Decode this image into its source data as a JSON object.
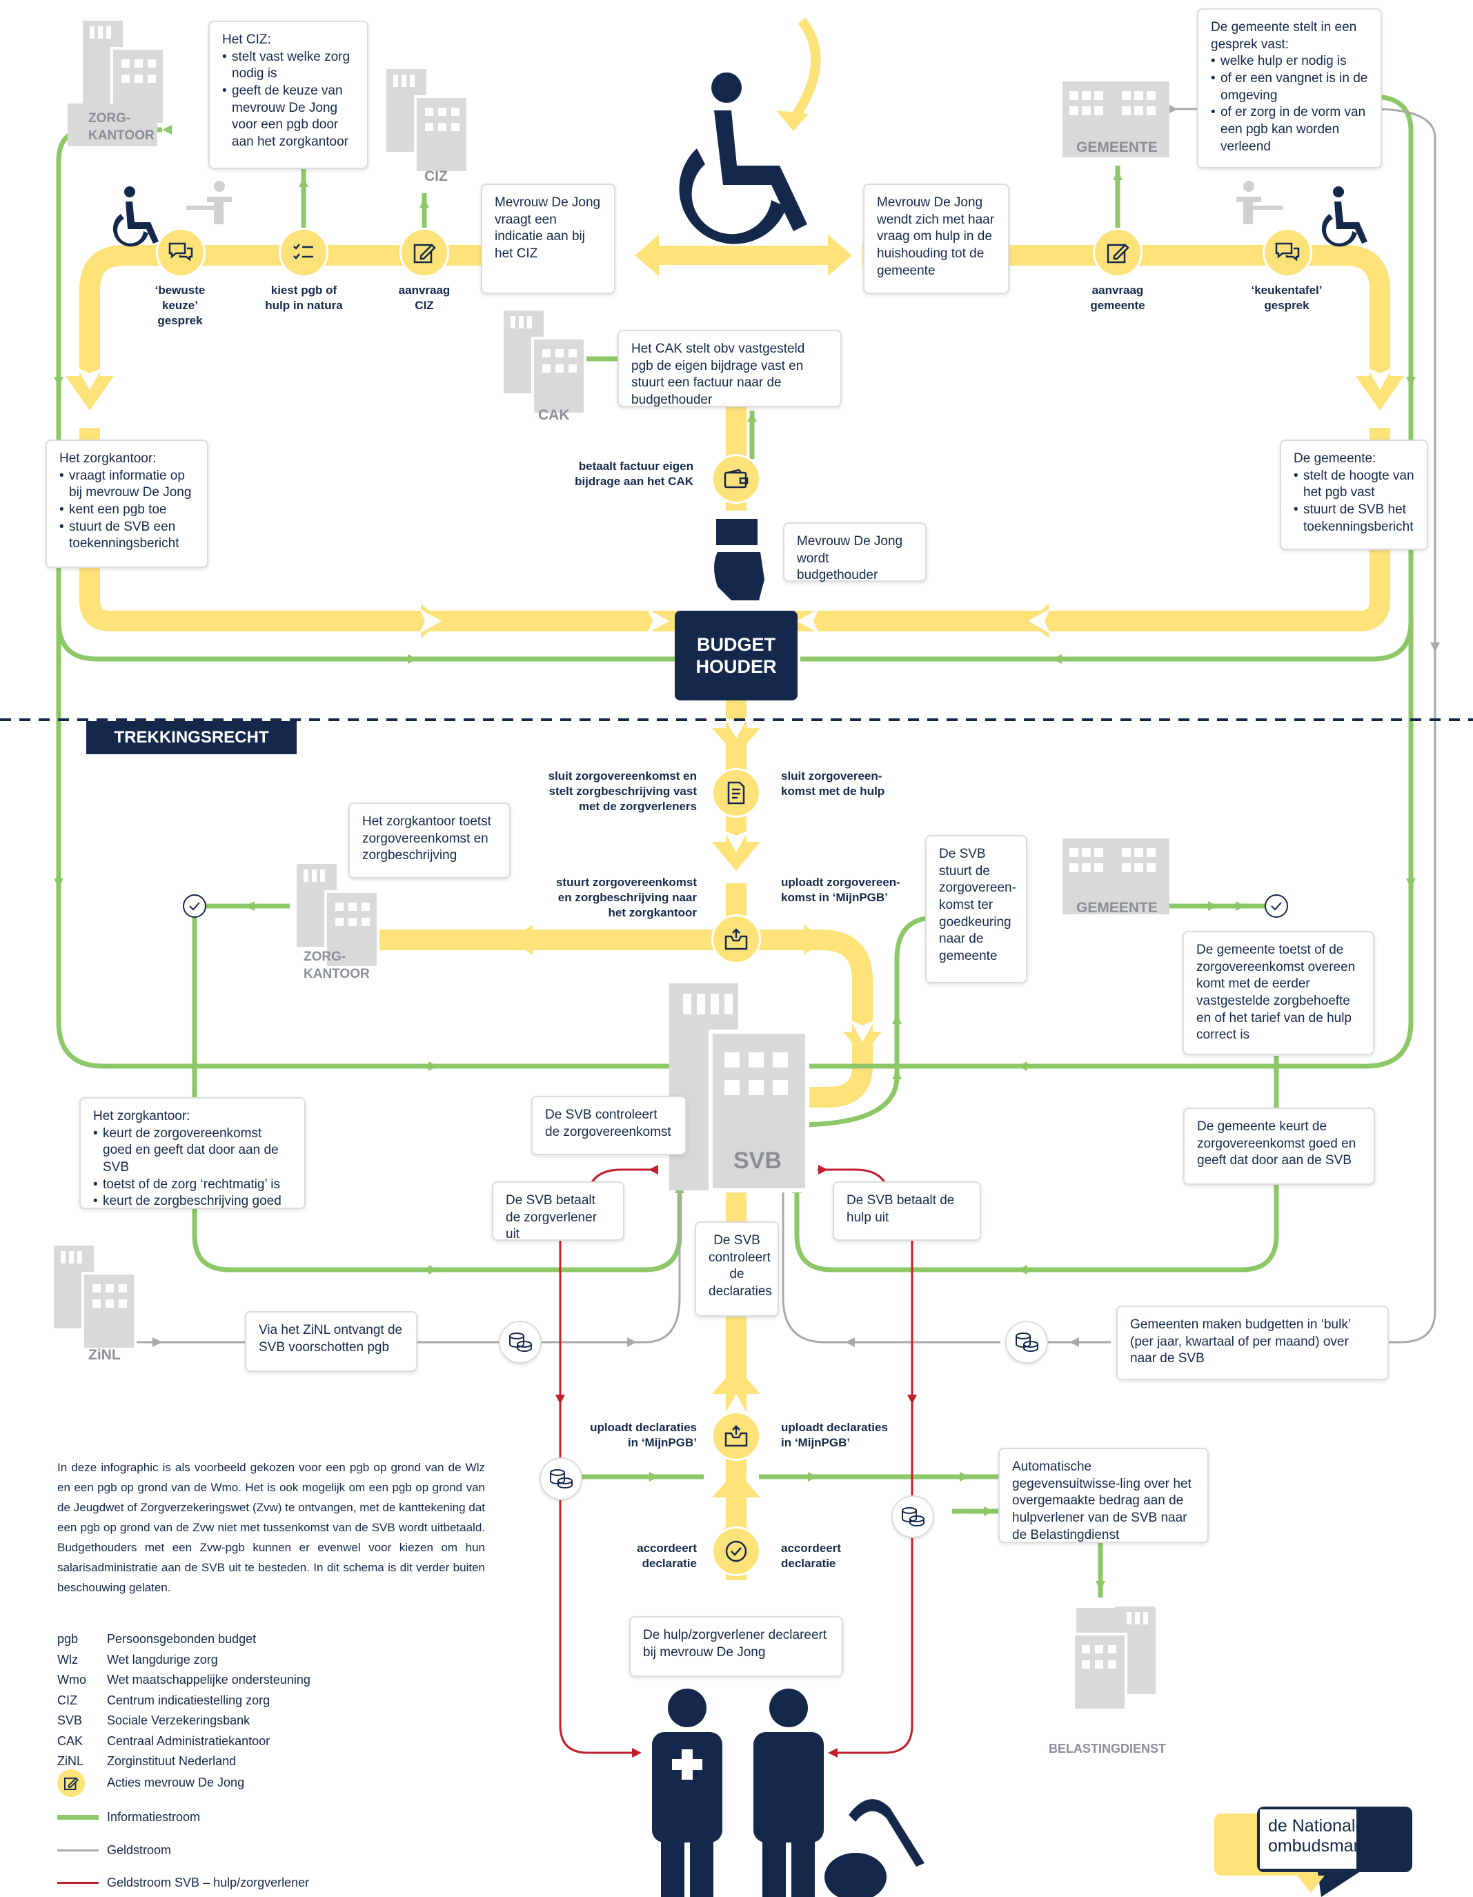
{
  "buildings": {
    "zorgkantoor_top": "ZORG-\nKANTOOR",
    "ciz": "CIZ",
    "gemeente_top": "GEMEENTE",
    "cak": "CAK",
    "zorgkantoor_mid": "ZORG-\nKANTOOR",
    "gemeente_mid": "GEMEENTE",
    "svb": "SVB",
    "zinl": "ZiNL",
    "belastingdienst": "BELASTINGDIENST"
  },
  "boxes": {
    "ciz_info": {
      "title": "Het CIZ:",
      "bullets": [
        "stelt vast welke zorg nodig is",
        "geeft de keuze van mevrouw De Jong voor een pgb door aan het zorgkantoor"
      ]
    },
    "gemeente_info": {
      "title": "De gemeente stelt in een gesprek vast:",
      "bullets": [
        "welke hulp er nodig is",
        "of er een vangnet is in de omgeving",
        "of er zorg in de vorm van een pgb kan worden verleend"
      ]
    },
    "indicatie": "Mevrouw De Jong vraagt een indicatie aan bij het CIZ",
    "wendt": "Mevrouw De Jong wendt zich met haar vraag om hulp in de huishouding tot de gemeente",
    "cak_info": "Het CAK stelt obv vastgesteld pgb de eigen bijdrage vast en stuurt een factuur naar de budgethouder",
    "zorgkantoor_info": {
      "title": "Het zorgkantoor:",
      "bullets": [
        "vraagt informatie op bij mevrouw De Jong",
        "kent een pgb toe",
        "stuurt de SVB een toekenningsbericht"
      ]
    },
    "gemeente_info2": {
      "title": "De gemeente:",
      "bullets": [
        "stelt de hoogte van het pgb vast",
        "stuurt de SVB het toekenningsbericht"
      ]
    },
    "budgethouder_info": "Mevrouw De Jong wordt budgethouder",
    "zk_toetst": "Het zorgkantoor toetst zorgovereenkomst en zorgbeschrijving",
    "svb_stuurt": "De SVB stuurt de zorgovereen-komst ter goedkeuring naar de gemeente",
    "gem_toetst": "De gemeente toetst of de zorgovereenkomst overeen komt met de eerder vastgestelde zorgbehoefte en of het tarief van de hulp correct is",
    "svb_controleert": "De SVB controleert de zorgovereenkomst",
    "zk_keurt": {
      "title": "Het zorgkantoor:",
      "bullets": [
        "keurt de zorgovereenkomst goed en geeft dat door aan de SVB",
        "toetst of de zorg ‘rechtmatig’ is",
        "keurt de zorgbeschrijving goed"
      ]
    },
    "gem_keurt": "De gemeente keurt de zorgovereenkomst goed en geeft dat door aan de SVB",
    "svb_betaalt_zorg": "De SVB betaalt de zorgverlener uit",
    "svb_betaalt_hulp": "De SVB betaalt de hulp uit",
    "svb_declaraties": "De SVB controleert de declaraties",
    "zinl_box": "Via het ZiNL ontvangt de SVB voorschotten pgb",
    "gemeenten_bulk": "Gemeenten maken budgetten in ‘bulk’ (per jaar, kwartaal of per maand) over naar de SVB",
    "automatische": "Automatische gegevensuitwisse-ling over het overgemaakte bedrag aan de hulpverlener van de SVB naar de Belastingdienst",
    "declareert": "De hulp/zorgverlener declareert bij mevrouw De Jong"
  },
  "labels": {
    "bewuste": "‘bewuste\nkeuze’\ngesprek",
    "kiest": "kiest pgb of\nhulp in natura",
    "aanvraag_ciz": "aanvraag\nCIZ",
    "aanvraag_gem": "aanvraag\ngemeente",
    "keukentafel": "‘keukentafel’\ngesprek",
    "betaalt_factuur": "betaalt factuur eigen\nbijdrage aan het CAK",
    "sluit_left": "sluit zorgovereenkomst en\nstelt zorgbeschrijving vast\nmet de zorgverleners",
    "sluit_right": "sluit zorgovereen-\nkomst met de hulp",
    "stuurt_left": "stuurt zorgovereenkomst\nen zorgbeschrijving naar\nhet zorgkantoor",
    "uploadt_top_right": "uploadt zorgovereen-\nkomst in ‘MijnPGB’",
    "uploadt_decl_left": "uploadt declaraties\nin ‘MijnPGB’",
    "uploadt_decl_right": "uploadt declaraties\nin ‘MijnPGB’",
    "accordeert_left": "accordeert\ndeclaratie",
    "accordeert_right": "accordeert\ndeclaratie"
  },
  "budgethouder": "BUDGET\nHOUDER",
  "trekkingsrecht": "TREKKINGSRECHT",
  "disclaimer": "In deze infographic is als voorbeeld gekozen voor een pgb op grond van de Wlz en een pgb op grond van de Wmo. Het is ook mogelijk om een pgb op grond van de Jeugdwet of Zorgverzekeringswet (Zvw) te ontvangen, met de kanttekening dat een pgb op grond van de Zvw niet met tussenkomst van de SVB wordt uitbetaald. Budgethouders met een Zvw-pgb kunnen er evenwel voor kiezen om hun salarisadministratie aan de SVB uit te besteden. In dit schema is dit verder buiten beschouwing gelaten.",
  "abbreviations": [
    {
      "k": "pgb",
      "v": "Persoonsgebonden budget"
    },
    {
      "k": "Wlz",
      "v": "Wet langdurige zorg"
    },
    {
      "k": "Wmo",
      "v": "Wet maatschappelijke ondersteuning"
    },
    {
      "k": "CIZ",
      "v": "Centrum indicatiestelling zorg"
    },
    {
      "k": "SVB",
      "v": "Sociale Verzekeringsbank"
    },
    {
      "k": "CAK",
      "v": "Centraal Administratiekantoor"
    },
    {
      "k": "ZiNL",
      "v": "Zorginstituut Nederland"
    }
  ],
  "legend": {
    "acties": "Acties mevrouw De Jong",
    "informatie": "Informatiestroom",
    "geld": "Geldstroom",
    "geld_svb": "Geldstroom SVB – hulp/zorgverlener"
  },
  "logo": "de Nationale\nombudsman",
  "colors": {
    "yellow": "#fde27a",
    "green": "#8dc868",
    "navy": "#14284b",
    "grey": "#a9a9a9",
    "red": "#c0202a",
    "building": "#d9d9d9"
  }
}
